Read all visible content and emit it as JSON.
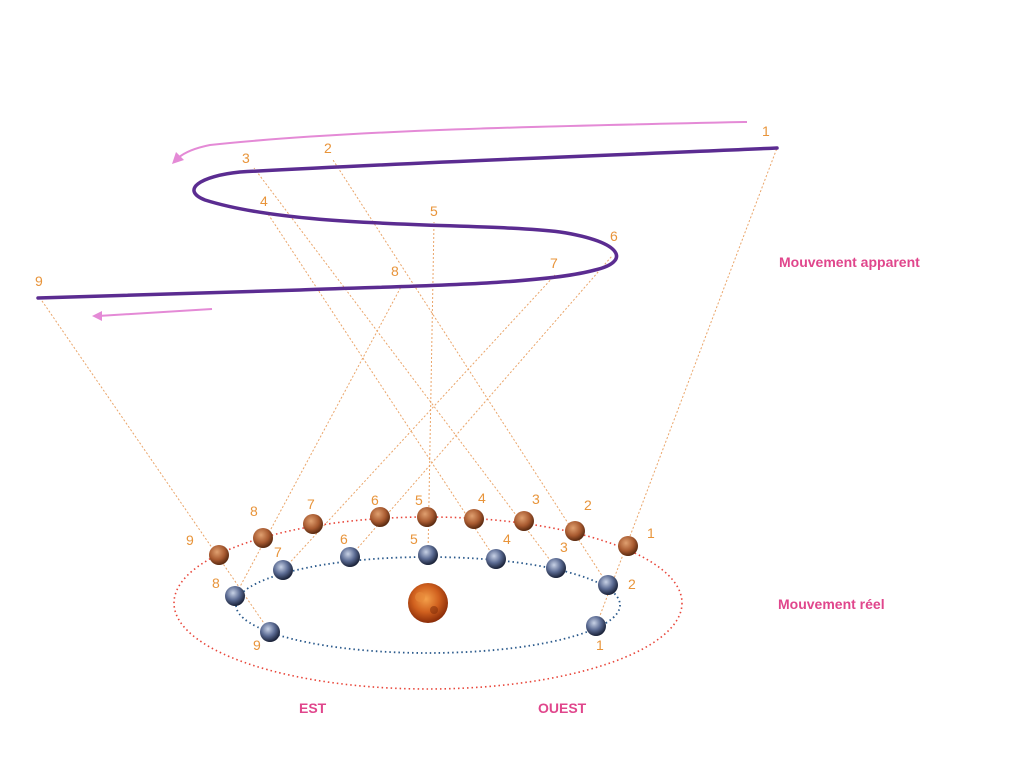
{
  "labels": {
    "apparent_motion": "Mouvement apparent",
    "real_motion": "Mouvement réel",
    "east": "EST",
    "west": "OUEST"
  },
  "positions": [
    "1",
    "2",
    "3",
    "4",
    "5",
    "6",
    "7",
    "8",
    "9"
  ],
  "colors": {
    "path": "#5b2c91",
    "arrow": "#e48ad6",
    "sight_line": "#eaa56a",
    "label": "#e8943a",
    "caption": "#e0468c",
    "outer_orbit": "#e8463a",
    "inner_orbit": "#2b5a8c",
    "sun": "#c8531a",
    "mars": "#a85a30",
    "earth": "#4a5a80"
  }
}
